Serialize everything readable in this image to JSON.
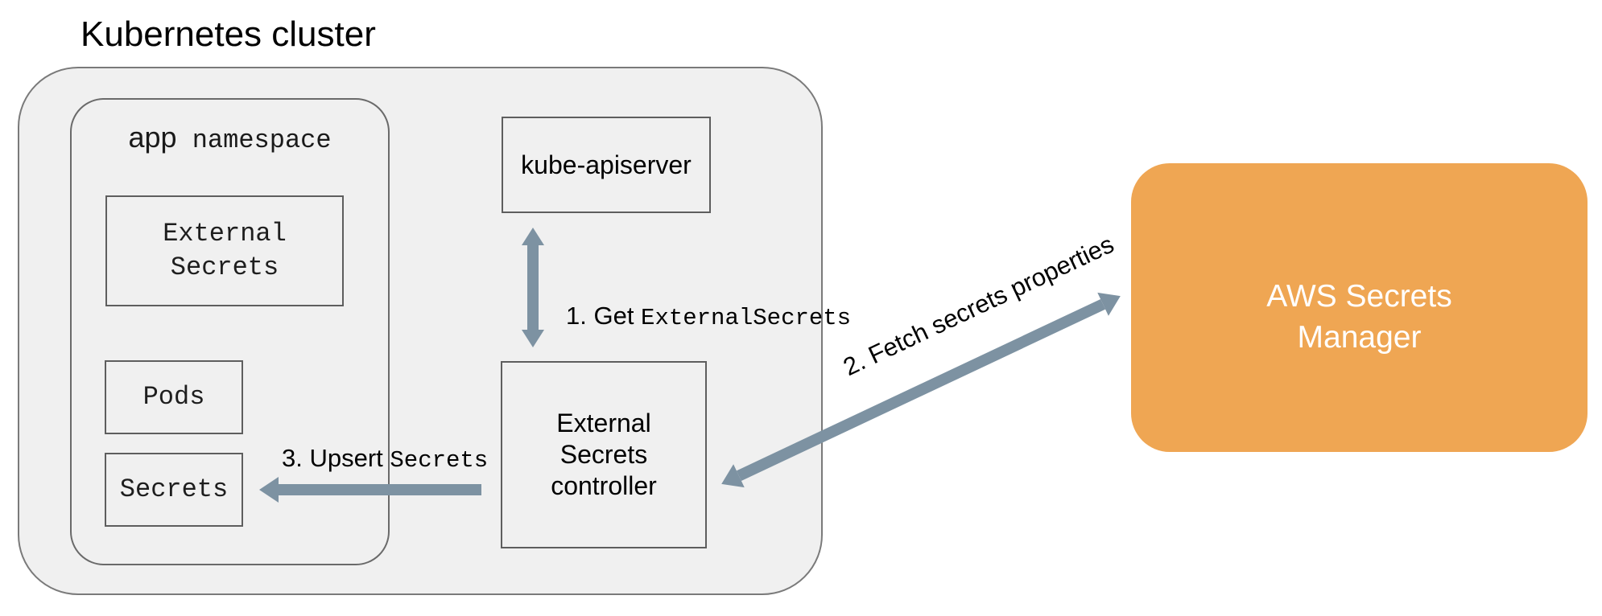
{
  "title": "Kubernetes cluster",
  "colors": {
    "arrow": "#7D92A2",
    "aws_fill": "#EFA653",
    "aws_text": "#FFFFFF",
    "cluster_fill": "#F0F0F0",
    "box_border": "#5E5E5E"
  },
  "cluster": {
    "namespace": {
      "name": "app",
      "kind": " namespace",
      "external_secrets_box": "External\nSecrets",
      "pods_box": "Pods",
      "secrets_box": "Secrets"
    },
    "kube_apiserver_box": "kube-apiserver",
    "controller_box": "External\nSecrets\ncontroller"
  },
  "aws_box": "AWS Secrets\nManager",
  "arrows": {
    "get_external_secrets": {
      "step": "1. Get ",
      "resource": "ExternalSecrets"
    },
    "fetch_secrets_properties": {
      "label": "2. Fetch secrets properties"
    },
    "upsert_secrets": {
      "step": "3. Upsert ",
      "resource": "Secrets"
    }
  }
}
